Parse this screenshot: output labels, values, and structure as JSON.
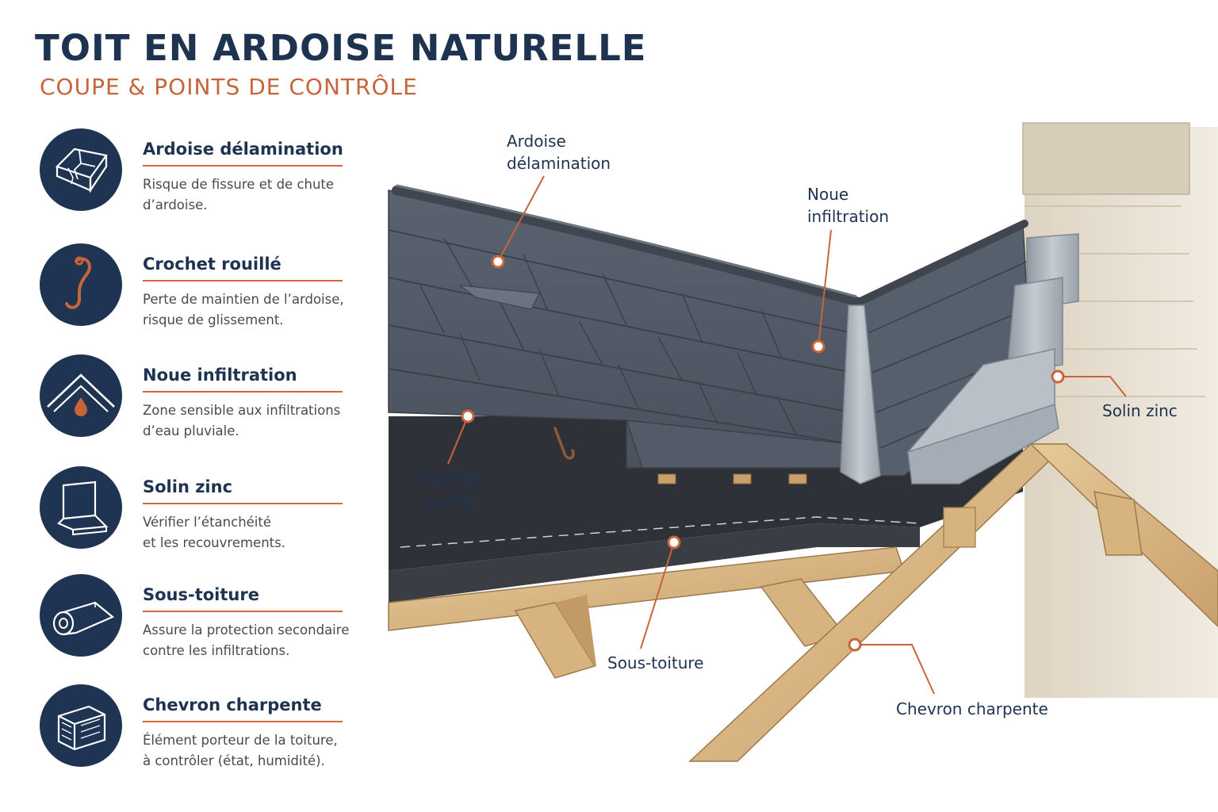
{
  "header": {
    "title": "TOIT EN ARDOISE NATURELLE",
    "subtitle": "COUPE & POINTS DE CONTRÔLE"
  },
  "legend": [
    {
      "title": "Ardoise délamination",
      "desc_1": "Risque de fissure et de chute",
      "desc_2": "d’ardoise.",
      "icon": "cracked-slate-icon"
    },
    {
      "title": "Crochet rouillé",
      "desc_1": "Perte de maintien de l’ardoise,",
      "desc_2": "risque de glissement.",
      "icon": "rusty-hook-icon"
    },
    {
      "title": "Noue infiltration",
      "desc_1": "Zone sensible aux infiltrations",
      "desc_2": "d’eau pluviale.",
      "icon": "valley-drop-icon"
    },
    {
      "title": "Solin zinc",
      "desc_1": "Vérifier l’étanchéité",
      "desc_2": "et les recouvrements.",
      "icon": "zinc-flashing-icon"
    },
    {
      "title": "Sous-toiture",
      "desc_1": "Assure la protection secondaire",
      "desc_2": "contre les infiltrations.",
      "icon": "membrane-roll-icon"
    },
    {
      "title": "Chevron charpente",
      "desc_1": "Élément porteur de la toiture,",
      "desc_2": "à contrôler (état, humidité).",
      "icon": "timber-beam-icon"
    }
  ],
  "callouts": {
    "ardoise_1": "Ardoise",
    "ardoise_2": "délamination",
    "noue_1": "Noue",
    "noue_2": "infiltration",
    "solin": "Solin zinc",
    "crochet_1": "Crochet",
    "crochet_2": "rouillé",
    "sous_toiture": "Sous-toiture",
    "chevron": "Chevron charpente"
  },
  "colors": {
    "navy": "#1d3350",
    "accent": "#c8643a",
    "slate": "#4f5866",
    "timber": "#d9b98a",
    "zinc": "#a9b0b8",
    "masonry": "#e4dccd"
  }
}
